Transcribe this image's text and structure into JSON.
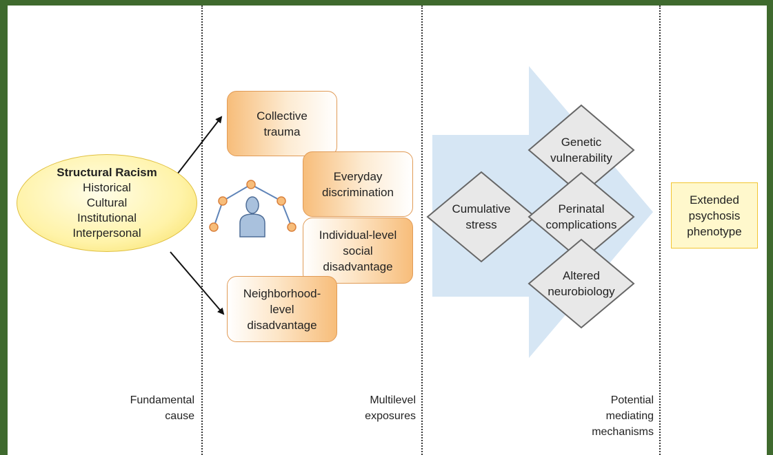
{
  "colors": {
    "frame": "#3f6a2e",
    "orange_border": "#e09a55",
    "orange_fill": "#f7bd7a",
    "yellow_fill": "#fff3a8",
    "arrow_blue": "#d6e6f4",
    "diamond_fill": "#e8e8e8",
    "diamond_border": "#666666",
    "person_fill": "#a9c1dd"
  },
  "fundamental": {
    "title": "Structural Racism",
    "lines": [
      "Historical",
      "Cultural",
      "Institutional",
      "Interpersonal"
    ]
  },
  "exposures": {
    "collective": [
      "Collective",
      "trauma"
    ],
    "everyday": [
      "Everyday",
      "discrimination"
    ],
    "individual": [
      "Individual-level",
      "social",
      "disadvantage"
    ],
    "neighborhood": [
      "Neighborhood-",
      "level",
      "disadvantage"
    ]
  },
  "mechanisms": {
    "cumulative": [
      "Cumulative",
      "stress"
    ],
    "genetic": [
      "Genetic",
      "vulnerability"
    ],
    "perinatal": [
      "Perinatal",
      "complications"
    ],
    "neuro": [
      "Altered",
      "neurobiology"
    ]
  },
  "outcome": [
    "Extended",
    "psychosis",
    "phenotype"
  ],
  "column_labels": {
    "fundamental": [
      "Fundamental",
      "cause"
    ],
    "multilevel": [
      "Multilevel",
      "exposures"
    ],
    "mediating": [
      "Potential",
      "mediating",
      "mechanisms"
    ]
  },
  "icons": [
    "person-icon",
    "social-network-icon"
  ]
}
